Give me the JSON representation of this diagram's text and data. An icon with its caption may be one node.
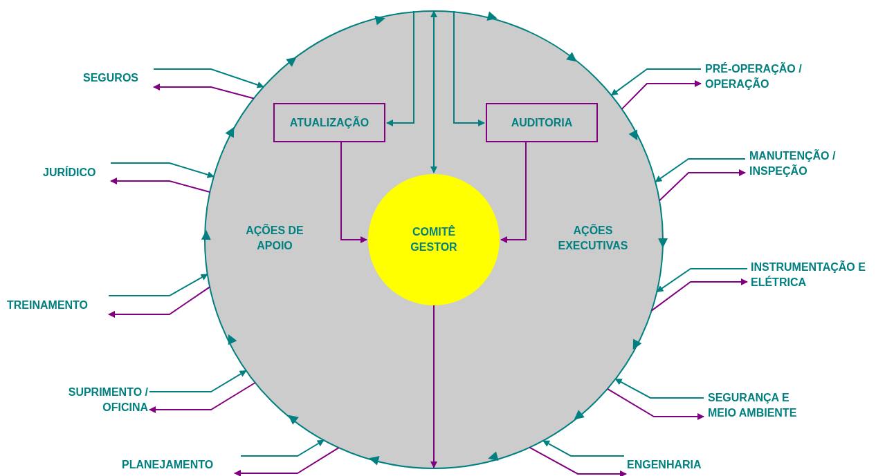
{
  "diagram": {
    "nodes": [
      {
        "text": [
          "AÇÕES DE APOIO",
          "AÇÕES EXECUTIVAS"
        ]
      },
      {
        "text": [
          "ATUALIZAÇÃO"
        ],
        "in": 0
      },
      {
        "text": [
          "AUDITORIA"
        ],
        "in": 0
      },
      {
        "text": [
          "COMITÊ GESTOR"
        ],
        "in": 0
      },
      {
        "text": [
          "SEGUROS"
        ]
      },
      {
        "text": [
          "JURÍDICO"
        ]
      },
      {
        "text": [
          "TREINAMENTO"
        ]
      },
      {
        "text": [
          "SUPRIMENTO / OFICINA"
        ]
      },
      {
        "text": [
          "PLANEJAMENTO"
        ]
      },
      {
        "text": [
          "PRÉ-OPERAÇÃO / OPERAÇÃO"
        ]
      },
      {
        "text": [
          "MANUTENÇÃO / INSPEÇÃO"
        ]
      },
      {
        "text": [
          "INSTRUMENTAÇÃO E ELÉTRICA"
        ]
      },
      {
        "text": [
          "SEGURANÇA E MEIO AMBIENTE"
        ]
      },
      {
        "text": [
          "ENGENHARIA"
        ]
      }
    ],
    "edges": [
      {
        "from": 0,
        "to": 1,
        "arrow": "to"
      },
      {
        "from": 0,
        "to": 2,
        "arrow": "to"
      },
      {
        "from": 0,
        "to": 3,
        "arrow": "both"
      },
      {
        "from": 1,
        "to": 3,
        "arrow": "to",
        "color": "#800080"
      },
      {
        "from": 2,
        "to": 3,
        "arrow": "to",
        "color": "#800080"
      },
      {
        "from": 3,
        "to": 0,
        "arrow": "to",
        "color": "#800080"
      },
      {
        "from": 4,
        "to": 0,
        "arrow": "to"
      },
      {
        "from": 0,
        "to": 4,
        "arrow": "to",
        "color": "#800080"
      },
      {
        "from": 5,
        "to": 0,
        "arrow": "to"
      },
      {
        "from": 0,
        "to": 5,
        "arrow": "to",
        "color": "#800080"
      },
      {
        "from": 6,
        "to": 0,
        "arrow": "to"
      },
      {
        "from": 0,
        "to": 6,
        "arrow": "to",
        "color": "#800080"
      },
      {
        "from": 7,
        "to": 0,
        "arrow": "to"
      },
      {
        "from": 0,
        "to": 7,
        "arrow": "to",
        "color": "#800080"
      },
      {
        "from": 8,
        "to": 0,
        "arrow": "to"
      },
      {
        "from": 0,
        "to": 8,
        "arrow": "to",
        "color": "#800080"
      },
      {
        "from": 9,
        "to": 0,
        "arrow": "to"
      },
      {
        "from": 0,
        "to": 9,
        "arrow": "to",
        "color": "#800080"
      },
      {
        "from": 10,
        "to": 0,
        "arrow": "to"
      },
      {
        "from": 0,
        "to": 10,
        "arrow": "to",
        "color": "#800080"
      },
      {
        "from": 11,
        "to": 0,
        "arrow": "to"
      },
      {
        "from": 0,
        "to": 11,
        "arrow": "to",
        "color": "#800080"
      },
      {
        "from": 12,
        "to": 0,
        "arrow": "to"
      },
      {
        "from": 0,
        "to": 12,
        "arrow": "to",
        "color": "#800080"
      },
      {
        "from": 13,
        "to": 0,
        "arrow": "to"
      },
      {
        "from": 0,
        "to": 13,
        "arrow": "to",
        "color": "#800080"
      }
    ]
  }
}
